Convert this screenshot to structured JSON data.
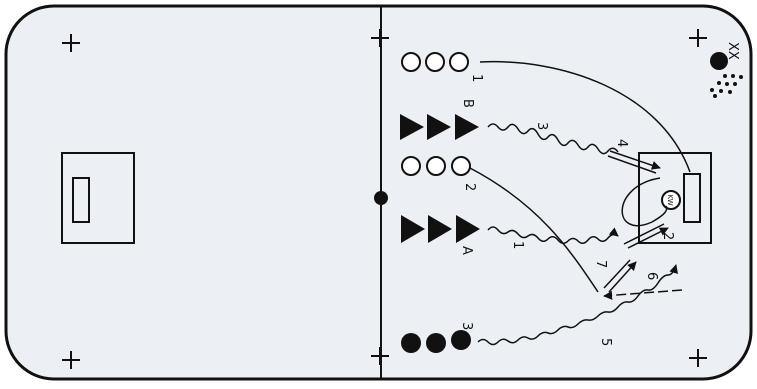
{
  "labels": {
    "xx": "XX",
    "group_1": "1",
    "group_b": "B",
    "group_2": "2",
    "group_a": "A",
    "group_3": "3",
    "goalie": "KW",
    "route_1": "1",
    "route_2": "2",
    "route_3": "3",
    "route_4": "4",
    "route_5": "5",
    "route_6": "6",
    "route_7": "7"
  },
  "colors": {
    "rink_fill": "#eceff3",
    "line": "#111111",
    "player_fill": "#ffffff"
  },
  "icons": {
    "player_open": "hollow-circle",
    "player_filled": "filled-circle",
    "player_triangle": "filled-triangle",
    "puck_pile": "dots-cluster",
    "center_dot": "filled-circle"
  }
}
